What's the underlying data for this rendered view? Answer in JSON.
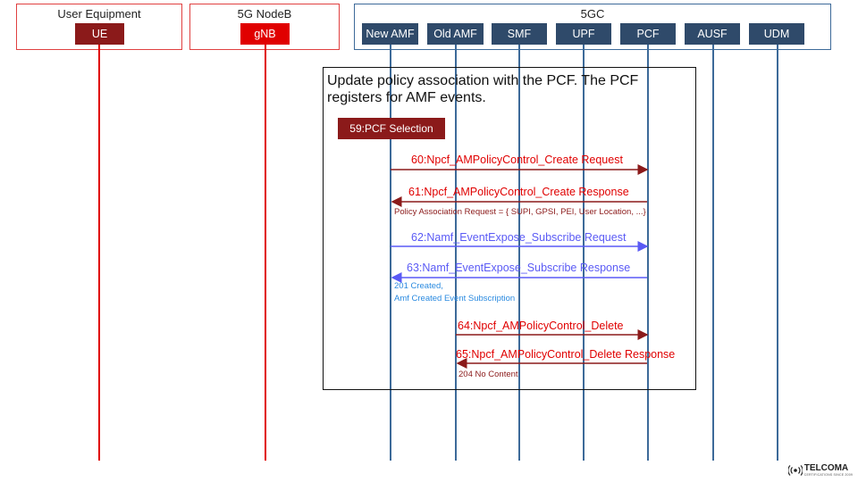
{
  "groups": {
    "ue": "User Equipment",
    "gnb": "5G NodeB",
    "core": "5GC"
  },
  "nodes": {
    "ue": "UE",
    "gnb": "gNB",
    "new_amf": "New AMF",
    "old_amf": "Old AMF",
    "smf": "SMF",
    "upf": "UPF",
    "pcf": "PCF",
    "ausf": "AUSF",
    "udm": "UDM"
  },
  "box": {
    "title": "Update policy association with the PCF. The PCF registers for AMF events.",
    "pcf_selection": "59:PCF Selection"
  },
  "messages": [
    {
      "label": "60:Npcf_AMPolicyControl_Create Request",
      "color": "#e00000"
    },
    {
      "label": "61:Npcf_AMPolicyControl_Create Response",
      "color": "#e00000"
    },
    {
      "label": "62:Namf_EventExpose_Subscribe Request",
      "color": "#5a5af5"
    },
    {
      "label": "63:Namf_EventExpose_Subscribe Response",
      "color": "#5a5af5"
    },
    {
      "label": "64:Npcf_AMPolicyControl_Delete",
      "color": "#e00000"
    },
    {
      "label": "65:Npcf_AMPolicyControl_Delete Response",
      "color": "#e00000"
    }
  ],
  "notes": {
    "policy_request": "Policy Association Request = { SUPI, GPSI, PEI, User Location, ...}",
    "created_line1": "201 Created,",
    "created_line2": "Amf Created Event Subscription",
    "no_content": "204 No Content"
  },
  "logo": {
    "name": "TELCOMA",
    "tagline": "CERTIFICATIONS SINCE 2009"
  },
  "colors": {
    "red_node": "#e00000",
    "dark_red_node": "#8b1a1a",
    "core_node": "#2f4a6a",
    "core_lifeline": "#3d6a99",
    "ran_lifeline": "#e00000",
    "blue_message": "#5a5af5",
    "note_blue": "#2a8ae0",
    "note_dark_red": "#8b1a1a"
  }
}
